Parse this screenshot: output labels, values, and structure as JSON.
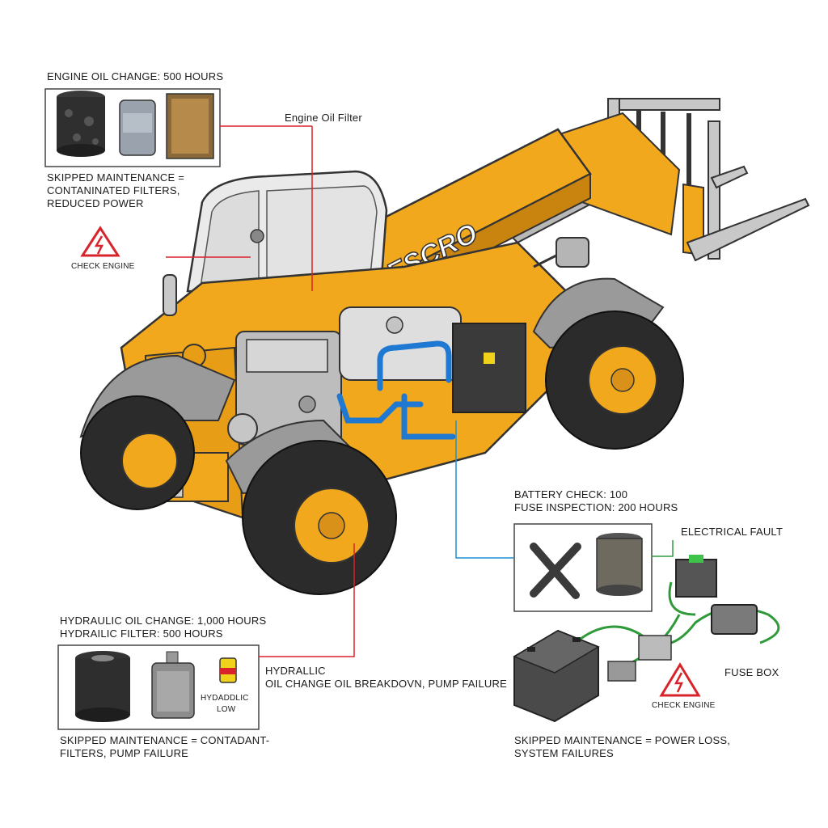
{
  "machine": {
    "brand_text": "TELESCRO"
  },
  "engine_panel": {
    "interval": "ENGINE OIL CHANGE: 500 HOURS",
    "callout": "Engine Oil Filter",
    "consequence_line1": "SKIPPED MAINTENANCE =",
    "consequence_line2": "CONTANINATED FILTERS,",
    "consequence_line3": "REDUCED POWER",
    "warning_label": "CHECK ENGINE"
  },
  "electrical_panel": {
    "interval_line1": "BATTERY CHECK: 100",
    "interval_line2": "FUSE INSPECTION: 200 HOURS",
    "callout": "ELECTRICAL FAULT",
    "fuse_label": "FUSE BOX",
    "warning_label": "CHECK ENGINE",
    "consequence_line1": "SKIPPED MAINTENANCE = POWER LOSS,",
    "consequence_line2": "SYSTEM FAILURES"
  },
  "hydraulic_panel": {
    "interval_line1": "HYDRAULIC OIL CHANGE: 1,000 HOURS",
    "interval_line2": "HYDRAILIC FILTER: 500 HOURS",
    "callout_line1": "HYDRALLIC",
    "callout_line2": "OIL CHANGE OIL BREAKDOVN, PUMP FAILURE",
    "indicator_line1": "HYDADDLIC",
    "indicator_line2": "LOW",
    "consequence_line1": "SKIPPED MAINTENANCE = CONTADANT-",
    "consequence_line2": "FILTERS, PUMP FAILURE"
  },
  "colors": {
    "machine_yellow": "#f2a81d",
    "machine_yellow_dark": "#c98410",
    "tire": "#2b2b2b",
    "fender_gray": "#9a9a9a",
    "hose_blue": "#1f78d1",
    "wire_green": "#2e9a3a",
    "callout_red": "#d8232a",
    "callout_blue": "#1f8fd1",
    "callout_green": "#2e9a3a"
  }
}
